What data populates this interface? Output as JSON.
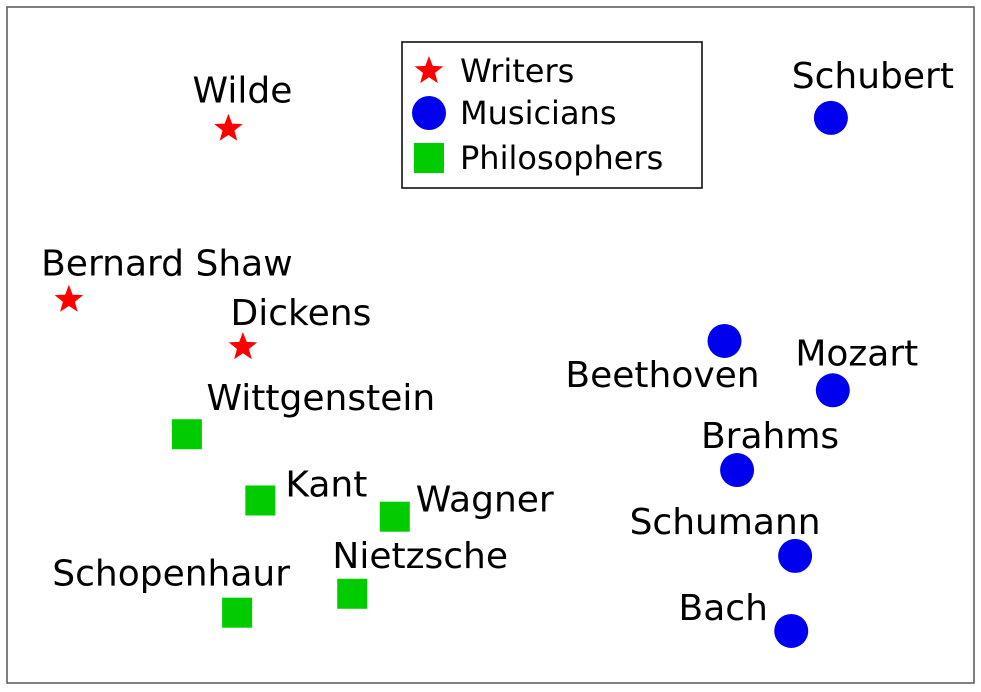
{
  "chart_data": {
    "type": "scatter",
    "title": "",
    "xlabel": "",
    "ylabel": "",
    "xlim": [
      0,
      100
    ],
    "ylim": [
      0,
      100
    ],
    "grid": false,
    "legend_position": "top-center",
    "series": [
      {
        "name": "Writers",
        "marker": "star",
        "color": "#ff0000",
        "points": [
          {
            "label": "Wilde",
            "x": 22.9,
            "y": 82.0
          },
          {
            "label": "Bernard Shaw",
            "x": 6.4,
            "y": 56.7
          },
          {
            "label": "Dickens",
            "x": 24.4,
            "y": 49.7
          }
        ]
      },
      {
        "name": "Musicians",
        "marker": "circle",
        "color": "#0000ee",
        "points": [
          {
            "label": "Schubert",
            "x": 85.2,
            "y": 83.6
          },
          {
            "label": "Beethoven",
            "x": 74.2,
            "y": 50.6
          },
          {
            "label": "Mozart",
            "x": 85.4,
            "y": 43.3
          },
          {
            "label": "Brahms",
            "x": 75.5,
            "y": 31.5
          },
          {
            "label": "Schumann",
            "x": 81.5,
            "y": 18.8
          },
          {
            "label": "Bach",
            "x": 81.1,
            "y": 7.7
          }
        ]
      },
      {
        "name": "Philosophers",
        "marker": "square",
        "color": "#00cc00",
        "points": [
          {
            "label": "Wittgenstein",
            "x": 18.6,
            "y": 36.8
          },
          {
            "label": "Kant",
            "x": 26.2,
            "y": 27.0
          },
          {
            "label": "Wagner",
            "x": 40.1,
            "y": 24.6
          },
          {
            "label": "Nietzsche",
            "x": 35.7,
            "y": 13.2
          },
          {
            "label": "Schopenhaur",
            "x": 23.8,
            "y": 10.4
          }
        ]
      }
    ]
  }
}
